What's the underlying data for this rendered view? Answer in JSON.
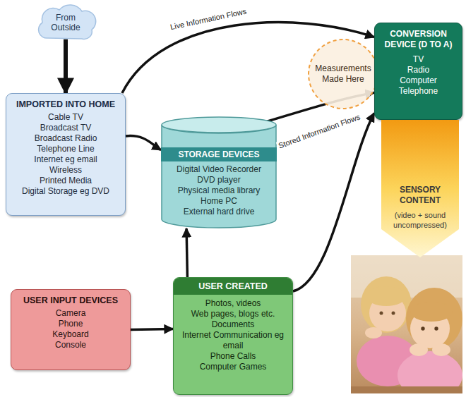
{
  "diagram": {
    "nodes": [
      {
        "text": [
          "From Outside"
        ]
      },
      {
        "text": [
          "IMPORTED INTO HOME",
          "Cable TV",
          "Broadcast TV",
          "Broadcast Radio",
          "Telephone Line",
          "Internet eg email",
          "Wireless",
          "Printed Media",
          "Digital Storage eg DVD"
        ]
      },
      {
        "text": [
          "Measurements Made Here"
        ]
      },
      {
        "text": [
          "CONVERSION DEVICE (D TO A)",
          "TV",
          "Radio",
          "Computer",
          "Telephone"
        ]
      },
      {
        "text": [
          "STORAGE DEVICES",
          "Digital Video Recorder",
          "DVD player",
          "Physical media library",
          "Home PC",
          "External hard drive"
        ]
      },
      {
        "text": [
          "SENSORY CONTENT",
          "(video + sound uncompressed)"
        ]
      },
      {
        "text": [
          "USER INPUT DEVICES",
          "Camera",
          "Phone",
          "Keyboard",
          "Console"
        ]
      },
      {
        "text": [
          "USER CREATED",
          "Photos, videos",
          "Web pages, blogs etc.",
          "Documents",
          "Internet Communication eg email",
          "Phone Calls",
          "Computer Games"
        ]
      }
    ],
    "edges": [
      {
        "from": 0,
        "to": 1,
        "arrow": "to"
      },
      {
        "from": 1,
        "to": 3,
        "label": "Live Information Flows",
        "arrow": "to"
      },
      {
        "from": 1,
        "to": 4,
        "arrow": "to"
      },
      {
        "from": 4,
        "to": 3,
        "label": "Stored Information Flows",
        "arrow": "to"
      },
      {
        "from": 6,
        "to": 7,
        "arrow": "to"
      },
      {
        "from": 7,
        "to": 4,
        "arrow": "to"
      },
      {
        "from": 7,
        "to": 3,
        "arrow": "to"
      }
    ]
  }
}
